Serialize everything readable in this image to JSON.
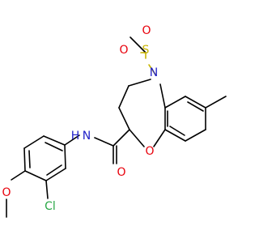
{
  "atoms": {
    "s": {
      "label": "S",
      "color": "#c8b400"
    },
    "o1": {
      "label": "O",
      "color": "#e8000b"
    },
    "o2": {
      "label": "O",
      "color": "#e8000b"
    },
    "n1": {
      "label": "N",
      "color": "#1e1ec8"
    },
    "o3": {
      "label": "O",
      "color": "#e8000b"
    },
    "nh": {
      "label": "H",
      "color": "#1e1ec8"
    },
    "n2": {
      "label": "N",
      "color": "#1e1ec8"
    },
    "o4": {
      "label": "O",
      "color": "#e8000b"
    },
    "cl": {
      "label": "Cl",
      "color": "#28a745"
    },
    "o5": {
      "label": "O",
      "color": "#e8000b"
    }
  }
}
